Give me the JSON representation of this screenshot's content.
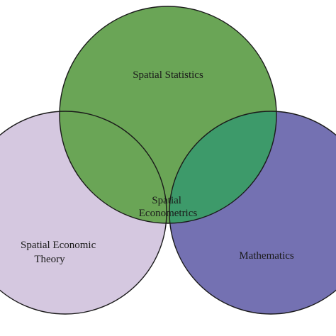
{
  "diagram": {
    "sets": [
      {
        "id": "spatial-statistics",
        "label_lines": [
          "Spatial Statistics"
        ],
        "color": "#6aa556"
      },
      {
        "id": "spatial-economic-theory",
        "label_lines": [
          "Spatial Economic",
          "Theory"
        ],
        "color": "#d5c8e0"
      },
      {
        "id": "mathematics",
        "label_lines": [
          "Mathematics"
        ],
        "color": "#7471b2"
      }
    ],
    "intersections": {
      "statistics_and_theory": {
        "color": "#6aa556"
      },
      "statistics_and_mathematics": {
        "color": "#3d9a6a"
      },
      "theory_and_mathematics": {
        "color": "#6a54a0"
      },
      "center": {
        "label_lines": [
          "Spatial",
          "Econometrics"
        ],
        "color": "#2e9a72"
      }
    },
    "outline_color": "#1a1a1a"
  }
}
